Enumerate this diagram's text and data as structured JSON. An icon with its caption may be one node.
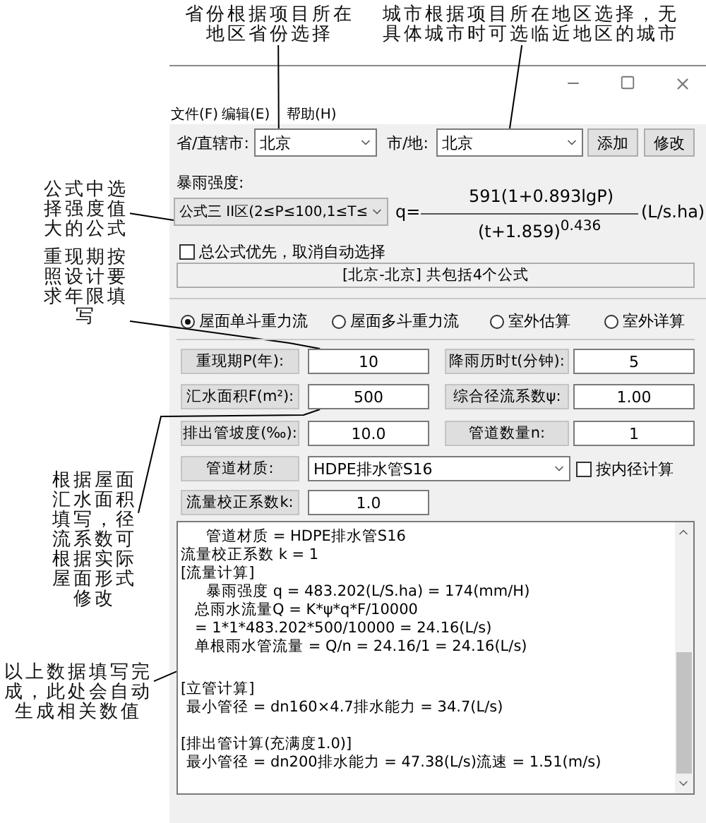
{
  "diagram": {
    "nodes": [
      {
        "text": [
          "省份根据项目所在地区省份选择"
        ]
      },
      {
        "text": [
          "城市根据项目所在地区选择，无具体城市时可选临近地区的城市"
        ]
      },
      {
        "text": [
          "北京"
        ]
      },
      {
        "text": [
          "北京"
        ]
      },
      {
        "text": [
          "公式中选择强度值大的公式"
        ]
      },
      {
        "text": [
          "公式三 II区(2≤P≤100,1≤T≤"
        ]
      },
      {
        "text": [
          "重现期按照设计要求年限填写"
        ]
      },
      {
        "text": [
          "10"
        ]
      },
      {
        "text": [
          "根据屋面汇水面积填写，径流系数可根据实际屋面形式修改"
        ]
      },
      {
        "text": [
          "500"
        ]
      },
      {
        "text": [
          "以上数据填写完成，此处会自动生成相关数值"
        ]
      },
      {
        "text": [
          "5"
        ]
      },
      {
        "text": [
          "1.00"
        ]
      },
      {
        "text": [
          "10.0"
        ]
      },
      {
        "text": [
          "1"
        ]
      },
      {
        "text": [
          "1.0"
        ]
      },
      {
        "text": [
          "HDPE排水管S16"
        ]
      },
      {
        "text": [
          "管道材质 = HDPE排水管S16",
          "流量校正系数 k = 1",
          "[流量计算]",
          "暴雨强度 q = 483.202(L/S.ha) = 174(mm/H)",
          "总雨水流量Q = K*ψ*q*F/10000",
          "= 1*1*483.202*500/10000 = 24.16(L/s)",
          "单根雨水管流量 = Q/n = 24.16/1 = 24.16(L/s)",
          "[立管计算]",
          "最小管径 = dn160×4.7排水能力 = 34.7(L/s)",
          "[排出管计算(充满度1.0)]",
          "最小管径 = dn200排水能力 = 47.38(L/s)流速 = 1.51(m/s)"
        ]
      }
    ],
    "edges": [
      {
        "from": 0,
        "to": 2,
        "arrow": "none"
      },
      {
        "from": 1,
        "to": 3,
        "arrow": "none"
      },
      {
        "from": 4,
        "to": 5,
        "arrow": "none"
      },
      {
        "from": 6,
        "to": 7,
        "arrow": "none"
      },
      {
        "from": 8,
        "to": 9,
        "arrow": "none"
      },
      {
        "from": 10,
        "to": 17,
        "arrow": "none"
      }
    ],
    "labels": [
      "文件(F)",
      "编辑(E)",
      "帮助(H)",
      "省/直辖市:",
      "市/地:",
      "添加",
      "修改",
      "暴雨强度:",
      "q=",
      "591(1+0.893lgP)",
      "(t+1.859)$^{0.436}$",
      "(L/s.ha)",
      "总公式优先，取消自动选择",
      "[北京-北京] 共包括4个公式",
      "屋面单斗重力流",
      "屋面多斗重力流",
      "室外估算",
      "室外详算",
      "重现期P(年):",
      "降雨历时t(分钟):",
      "汇水面积F(m²):",
      "综合径流系数ψ:",
      "排出管坡度(‰):",
      "管道数量n:",
      "管道材质:",
      "按内径计算",
      "流量校正系数k:"
    ]
  }
}
